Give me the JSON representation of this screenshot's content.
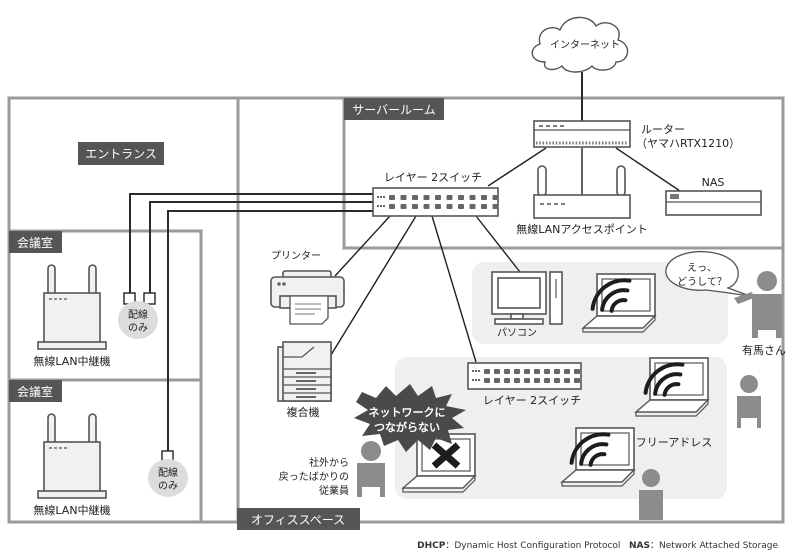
{
  "rooms": {
    "entrance": "エントランス",
    "server_room": "サーバールーム",
    "meeting_room_1": "会議室",
    "meeting_room_2": "会議室",
    "office_space": "オフィススペース"
  },
  "devices": {
    "internet": "インターネット",
    "router_line1": "ルーター",
    "router_line2": "（ヤマハRTX1210）",
    "nas": "NAS",
    "wireless_ap": "無線LANアクセスポイント",
    "l2_switch_top": "レイヤー 2スイッチ",
    "l2_switch_office": "レイヤー 2スイッチ",
    "printer": "プリンター",
    "multifunction": "複合機",
    "pc": "パソコン",
    "repeater_1": "無線LAN中継機",
    "repeater_2": "無線LAN中継機",
    "free_address": "フリーアドレス"
  },
  "annotations": {
    "wiring_only_1_line1": "配線",
    "wiring_only_1_line2": "のみ",
    "wiring_only_2_line1": "配線",
    "wiring_only_2_line2": "のみ",
    "error_line1": "ネットワークに",
    "error_line2": "つながらない",
    "speech_line1": "えっ、",
    "speech_line2": "どうして？",
    "person_arima": "有馬さん",
    "employee_line1": "社外から",
    "employee_line2": "戻ったばかりの",
    "employee_line3": "従業員"
  },
  "footer": {
    "dhcp_abbr": "DHCP",
    "dhcp_full": "：Dynamic Host Configuration Protocol",
    "nas_abbr": "NAS",
    "nas_full": "：Network Attached Storage"
  }
}
